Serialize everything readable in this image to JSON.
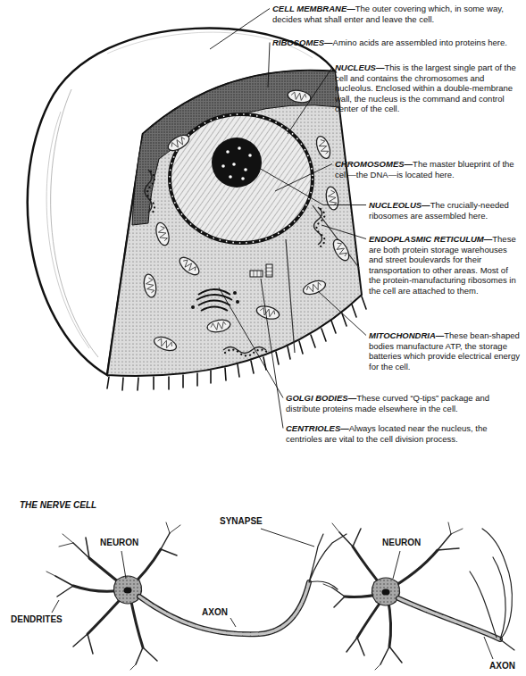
{
  "diagram": {
    "labels": [
      "CELL MEMBRANE—",
      "The outer covering which, in some way, decides what shall enter and leave the cell.",
      "RIBOSOMES—",
      "Amino acids are assembled into proteins here.",
      "NUCLEUS—",
      "This is the largest single part of the cell and contains the chromosomes and nucleolus. Enclosed within a double-membrane wall, the nucleus is the command and control center of the cell.",
      "CHROMOSOMES—",
      "The master blueprint of the cell—the DNA—is located here.",
      "NUCLEOLUS—",
      "The crucially-needed ribosomes are assembled here.",
      "ENDOPLASMIC RETICULUM—",
      "These are both protein storage warehouses and street boulevards for their transportation to other areas. Most of the protein-manufacturing ribosomes in the cell are attached to them.",
      "MITOCHONDRIA—",
      "These bean-shaped bodies manufacture ATP, the storage batteries which provide electrical energy for the cell.",
      "GOLGI BODIES—",
      "These curved “Q-tips” package and distribute proteins made elsewhere in the cell.",
      "CENTRIOLES—",
      "Always located near the nucleus, the centrioles are vital to the cell division process.",
      "THE NERVE CELL",
      "SYNAPSE",
      "NEURON",
      "NEURON",
      "DENDRITES",
      "AXON",
      "AXON"
    ]
  }
}
